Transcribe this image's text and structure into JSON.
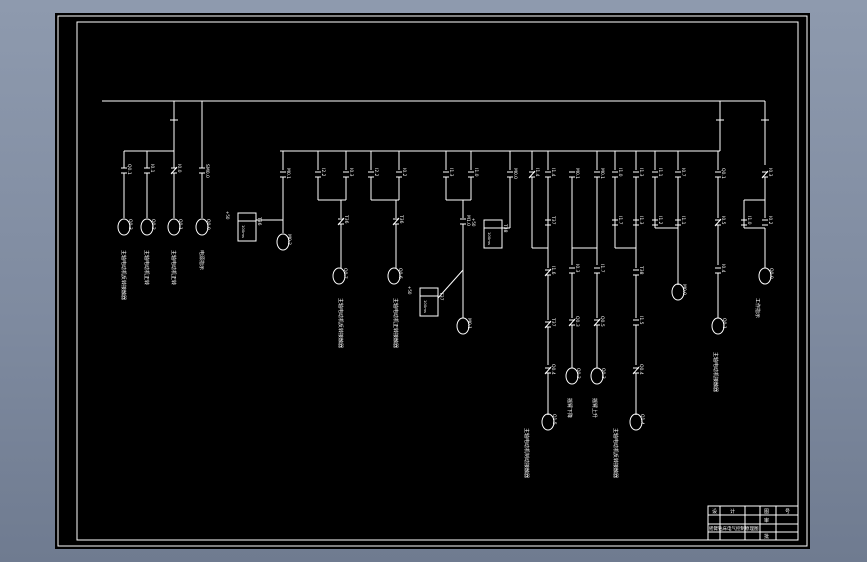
{
  "drawing": {
    "background": "#000000",
    "line_color": "#ffffff",
    "frame_color": "#ffffff",
    "rungs": [
      {
        "id": "r1",
        "contact": "Q0.1",
        "coil": "Q0.3",
        "caption": "主轴电动机反转接触器"
      },
      {
        "id": "r2",
        "contact": "I0.1",
        "coil": "Q0.2",
        "caption": "主轴电动机正转"
      },
      {
        "id": "r3",
        "contact": "I0.0",
        "coil": "Q0.1",
        "caption": "主轴电动机正转"
      },
      {
        "id": "r4",
        "contact": "SM0.0",
        "coil": "Q0.0",
        "caption": "电源指示"
      },
      {
        "id": "r5",
        "contact": "M0.1",
        "timer": "T36",
        "timer_pt": "100ms",
        "timer_preset": "+50",
        "coil": "M0.2"
      },
      {
        "id": "r6",
        "contact": "I2.2",
        "contact2": "I0.3",
        "coil": "Q0.7",
        "caption": "主轴电动机反转接触器"
      },
      {
        "id": "r7",
        "contact": "I2.2",
        "contact2": "I0.2",
        "coil": "Q0.6",
        "caption": "主轴电动机正转接触器"
      },
      {
        "id": "r8",
        "contact": "I1.3",
        "contact2": "I1.0",
        "coil": "M1.0",
        "timer": "T37",
        "timer_pt": "100ms",
        "timer_preset": "+50"
      },
      {
        "id": "r9",
        "contact": "M0.0",
        "coil": "M0.1",
        "timer": "T38",
        "timer_pt": "100ms",
        "timer_preset": "+50"
      },
      {
        "id": "r10",
        "contacts": [
          "I1.4",
          "T37",
          "I1.6"
        ],
        "coil": "Q1.5",
        "caption": "主轴电动机制动接触器"
      },
      {
        "id": "r11",
        "contacts": [
          "M0.1",
          "I0.3",
          "Q0.3"
        ],
        "coil": "Q0.2",
        "caption": "摇臂下降"
      },
      {
        "id": "r12",
        "contacts": [
          "M0.1",
          "I1.7",
          "Q0.5"
        ],
        "coil": "Q0.3",
        "caption": "摇臂上升"
      },
      {
        "id": "r13",
        "contacts": [
          "I1.0",
          "I1.3",
          "T38"
        ],
        "coil": "Q1.4",
        "caption": "主轴电动机反转接触器"
      },
      {
        "id": "r14",
        "contacts": [
          "I1.1",
          "I0.7"
        ],
        "coil": "M0.0"
      },
      {
        "id": "r15",
        "contacts": [
          "Q0.1",
          "I0.5",
          "I0.4"
        ],
        "coil": "Q0.1",
        "caption": "主轴电动机接触器"
      },
      {
        "id": "r16",
        "contacts": [
          "I0.3",
          "I0.2"
        ],
        "coil": "Q0.0",
        "caption": "工作指示"
      }
    ],
    "title_block": {
      "cell_a": "设",
      "cell_b": "计",
      "cell_c": "图",
      "cell_d": "号",
      "drawing_name": "摇臂钻床电气控制原理图",
      "cell_e": "审",
      "cell_f": "批"
    }
  }
}
